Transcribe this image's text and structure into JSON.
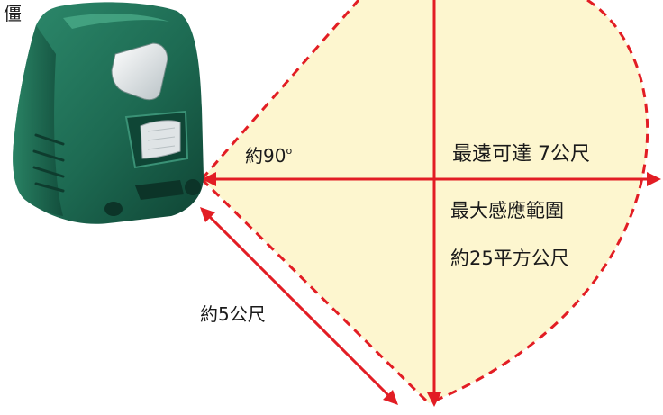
{
  "colors": {
    "zone_fill": "#fdf6cf",
    "line_red": "#e21d24",
    "device_green": "#1d6a52",
    "text": "#1a1a1a"
  },
  "labels": {
    "corner_text": "僵",
    "angle_prefix": "約90",
    "angle_degree": "o",
    "max_distance": "最遠可達 7公尺",
    "area_title": "最大感應範圍",
    "area_value": "約25平方公尺",
    "side_length": "約5公尺"
  }
}
